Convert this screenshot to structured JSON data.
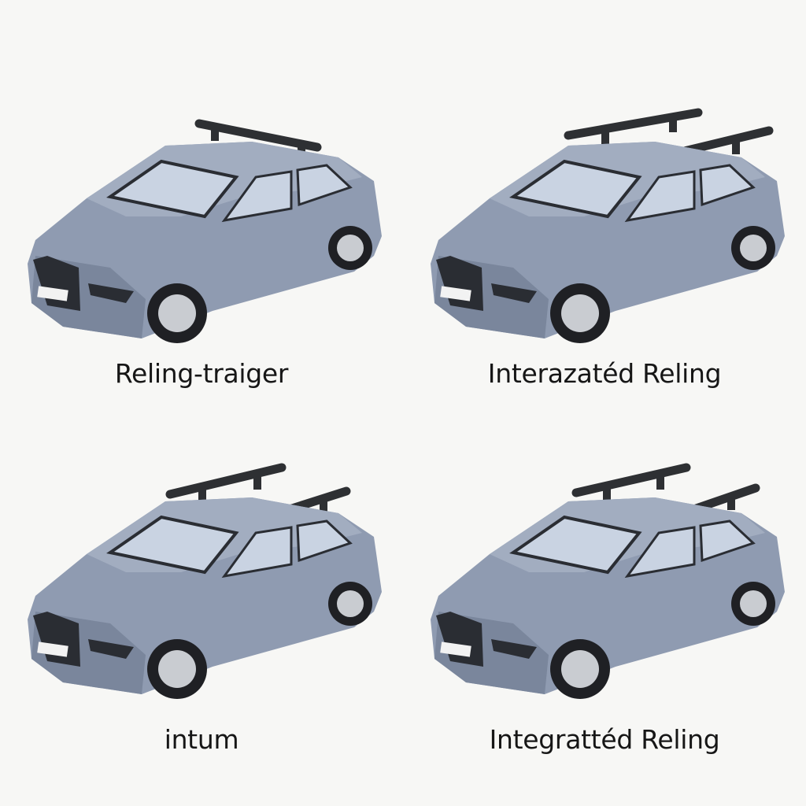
{
  "panels": [
    {
      "caption": "Reling-traiger",
      "rack": "single-bar"
    },
    {
      "caption": "Interazatéd Reling",
      "rack": "two-bars"
    },
    {
      "caption": "intum",
      "rack": "two-bars"
    },
    {
      "caption": "Integrattéd Reling",
      "rack": "two-bars"
    }
  ],
  "colors": {
    "body": "#8f9bb1",
    "body_shadow": "#7a869c",
    "glass": "#c9d3e2",
    "trim": "#2a2d33",
    "rack": "#2e3033",
    "wheel": "#1f2024",
    "rim": "#c9ccd1",
    "background": "#f7f7f5"
  }
}
